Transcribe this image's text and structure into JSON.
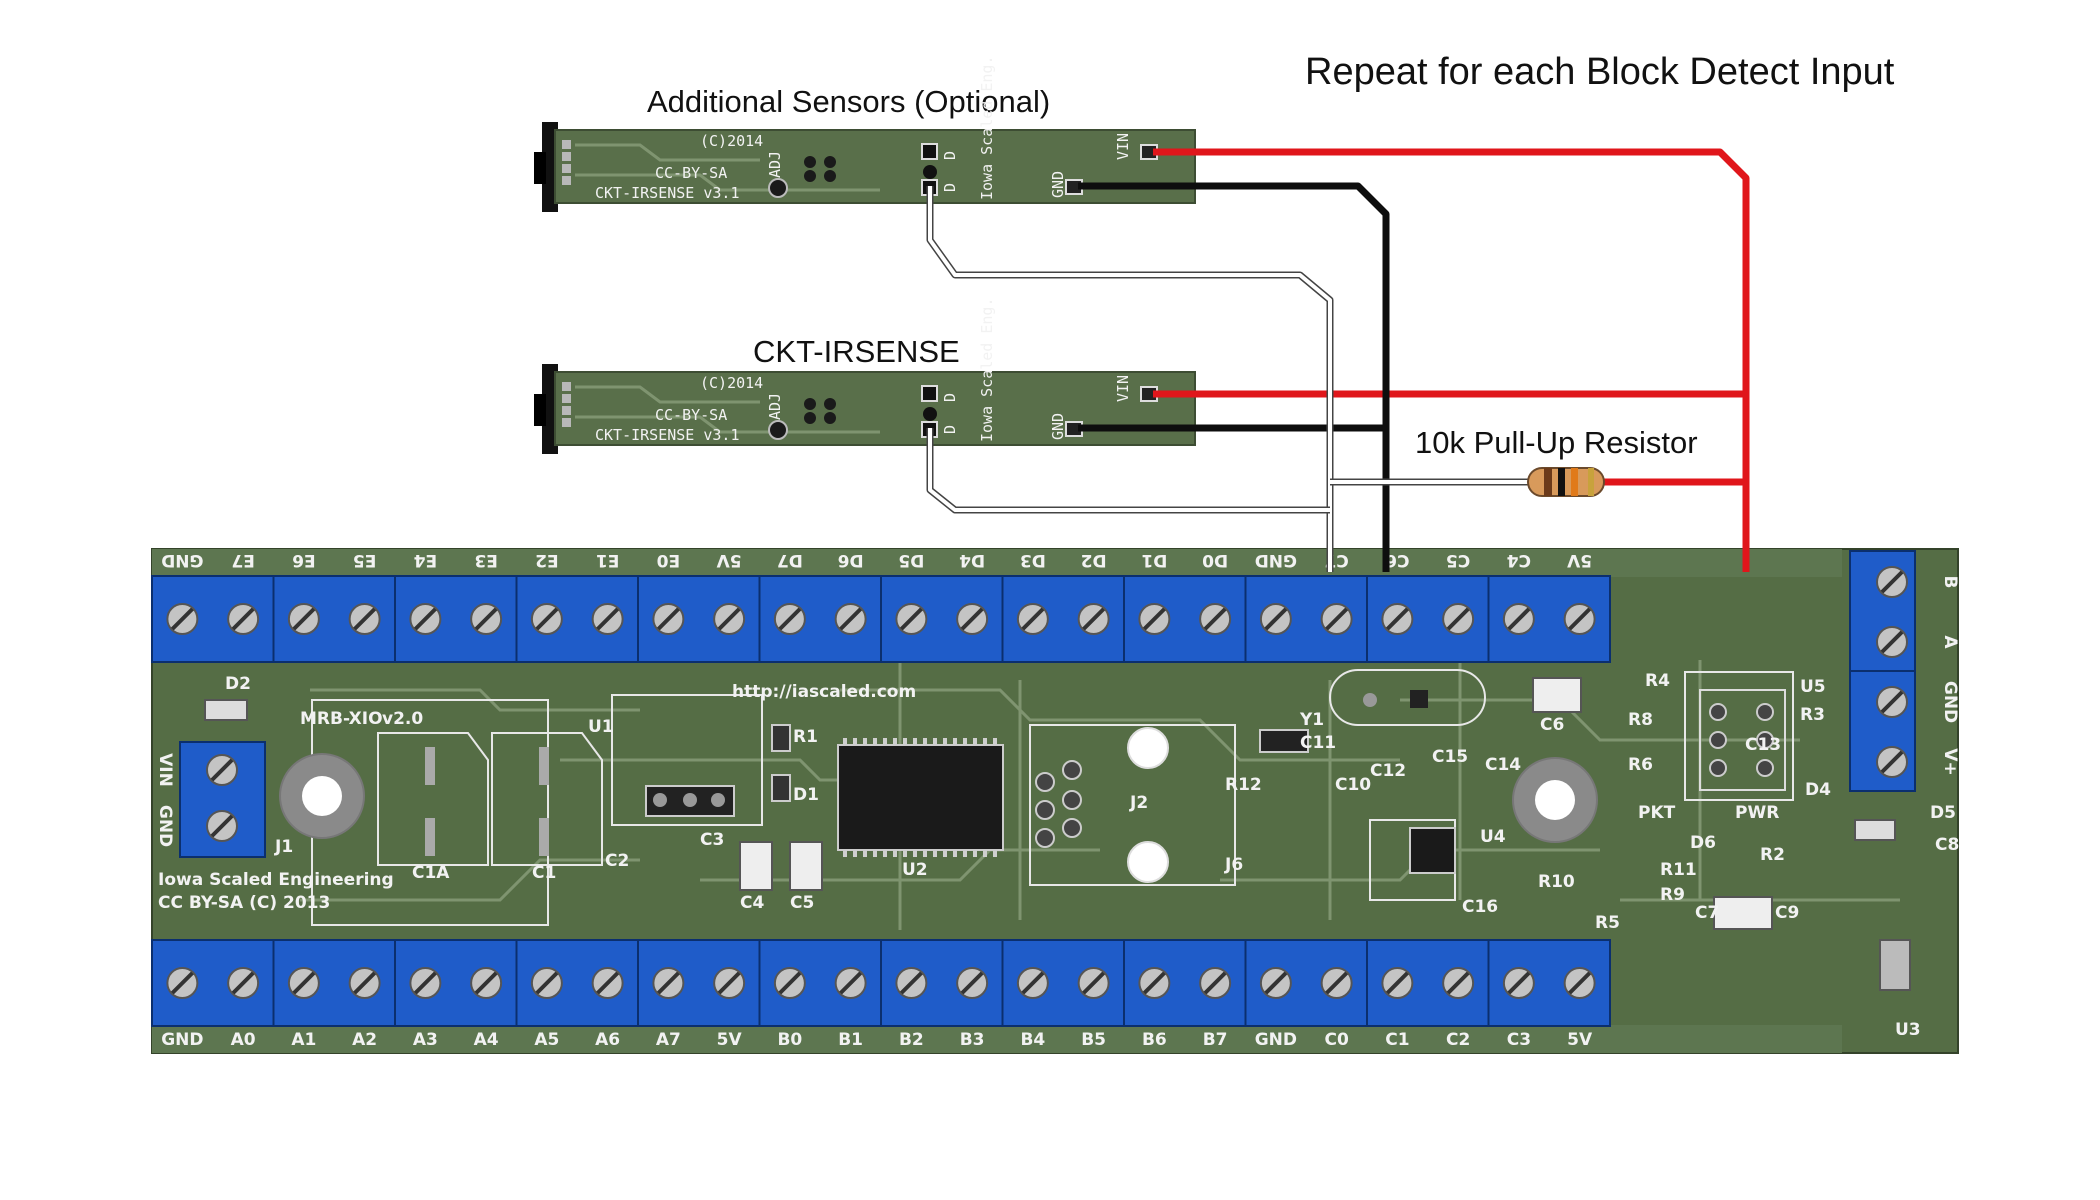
{
  "title": "Repeat for each Block Detect Input",
  "labels": {
    "additional": "Additional Sensors (Optional)",
    "primary": "CKT-IRSENSE",
    "resistor": "10k Pull-Up Resistor"
  },
  "sensor_silk": {
    "copyright": "(C)2014",
    "license": "CC-BY-SA",
    "model": "CKT-IRSENSE v3.1",
    "adj": "ADJ",
    "d1": "D",
    "d2": "D",
    "maker": "Iowa Scaled Eng.",
    "vin": "VIN",
    "gnd": "GND"
  },
  "board": {
    "name": "MRB-XIO",
    "version": "v2.0",
    "url": "http://iascaled.com",
    "maker": "Iowa Scaled Engineering",
    "license": "CC BY-SA (C) 2013",
    "top_terminals": [
      "GND",
      "E7",
      "E6",
      "E5",
      "E4",
      "E3",
      "E2",
      "E1",
      "E0",
      "5V",
      "D7",
      "D6",
      "D5",
      "D4",
      "D3",
      "D2",
      "D1",
      "D0",
      "GND",
      "C7",
      "C6",
      "C5",
      "C4",
      "5V"
    ],
    "bottom_terminals": [
      "GND",
      "A0",
      "A1",
      "A2",
      "A3",
      "A4",
      "A5",
      "A6",
      "A7",
      "5V",
      "B0",
      "B1",
      "B2",
      "B3",
      "B4",
      "B5",
      "B6",
      "B7",
      "GND",
      "C0",
      "C1",
      "C2",
      "C3",
      "5V"
    ],
    "side_terminals": [
      "B",
      "A",
      "GND",
      "V+"
    ],
    "power_terminals": [
      "VIN",
      "GND"
    ],
    "components": [
      "D2",
      "J1",
      "C1A",
      "C1",
      "U1",
      "R1",
      "D1",
      "C2",
      "C3",
      "C4",
      "C5",
      "U2",
      "J2",
      "R12",
      "J6",
      "Y1",
      "C11",
      "C12",
      "C15",
      "C10",
      "C14",
      "U4",
      "R10",
      "C16",
      "C6",
      "R4",
      "R3",
      "R6",
      "U5",
      "R8",
      "C13",
      "D4",
      "PKT",
      "PWR",
      "D6",
      "R2",
      "R11",
      "R9",
      "R5",
      "C7",
      "C9",
      "D5",
      "C8",
      "U3"
    ]
  }
}
